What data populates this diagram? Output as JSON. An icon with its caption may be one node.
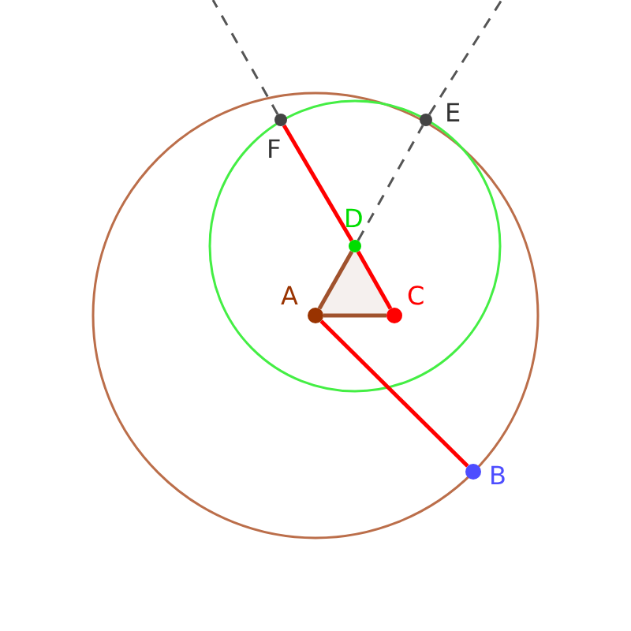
{
  "diagram": {
    "nodes": [
      {
        "text": [
          "A"
        ]
      },
      {
        "text": [
          "B"
        ]
      },
      {
        "text": [
          "C"
        ]
      },
      {
        "text": [
          "D"
        ]
      },
      {
        "text": [
          "E"
        ]
      },
      {
        "text": [
          "F"
        ]
      }
    ],
    "edges": [
      {
        "from": 0,
        "to": 1,
        "arrow": "none",
        "color": "#ff0000"
      },
      {
        "from": 2,
        "to": 3,
        "arrow": "none",
        "color": "#ff0000"
      },
      {
        "from": 3,
        "to": 5,
        "arrow": "none",
        "color": "#ff0000"
      },
      {
        "from": 0,
        "to": 2,
        "arrow": "none",
        "color": "#a0522d"
      },
      {
        "from": 0,
        "to": 3,
        "arrow": "none",
        "color": "#a0522d"
      },
      {
        "from": 3,
        "to": 4,
        "arrow": "none",
        "style": "dashed",
        "color": "#555555"
      },
      {
        "from": 4,
        "to": null,
        "arrow": "none",
        "style": "dashed",
        "color": "#555555"
      },
      {
        "from": 5,
        "to": null,
        "arrow": "none",
        "style": "dashed",
        "color": "#555555"
      }
    ]
  }
}
